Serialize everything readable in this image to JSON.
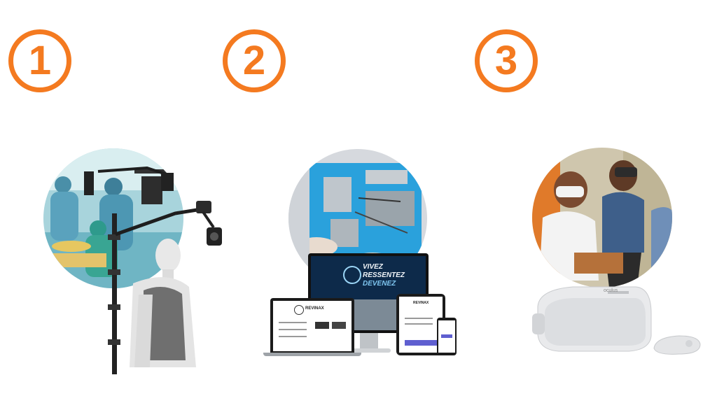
{
  "steps": [
    {
      "number": "1",
      "description": "360 camera rig on mannequin over operating room photo"
    },
    {
      "number": "2",
      "description": "Surgical instrument table photo with multi-device platform mockup"
    },
    {
      "number": "3",
      "description": "Users wearing VR headsets with standalone VR headset and controller"
    }
  ],
  "platform": {
    "brand": "REVINAX",
    "tagline_1": "VIVEZ",
    "tagline_2": "RESSENTEZ",
    "tagline_3": "DEVENEZ"
  },
  "headset": {
    "brand": "oculus"
  },
  "colors": {
    "accent": "#f47a20"
  }
}
